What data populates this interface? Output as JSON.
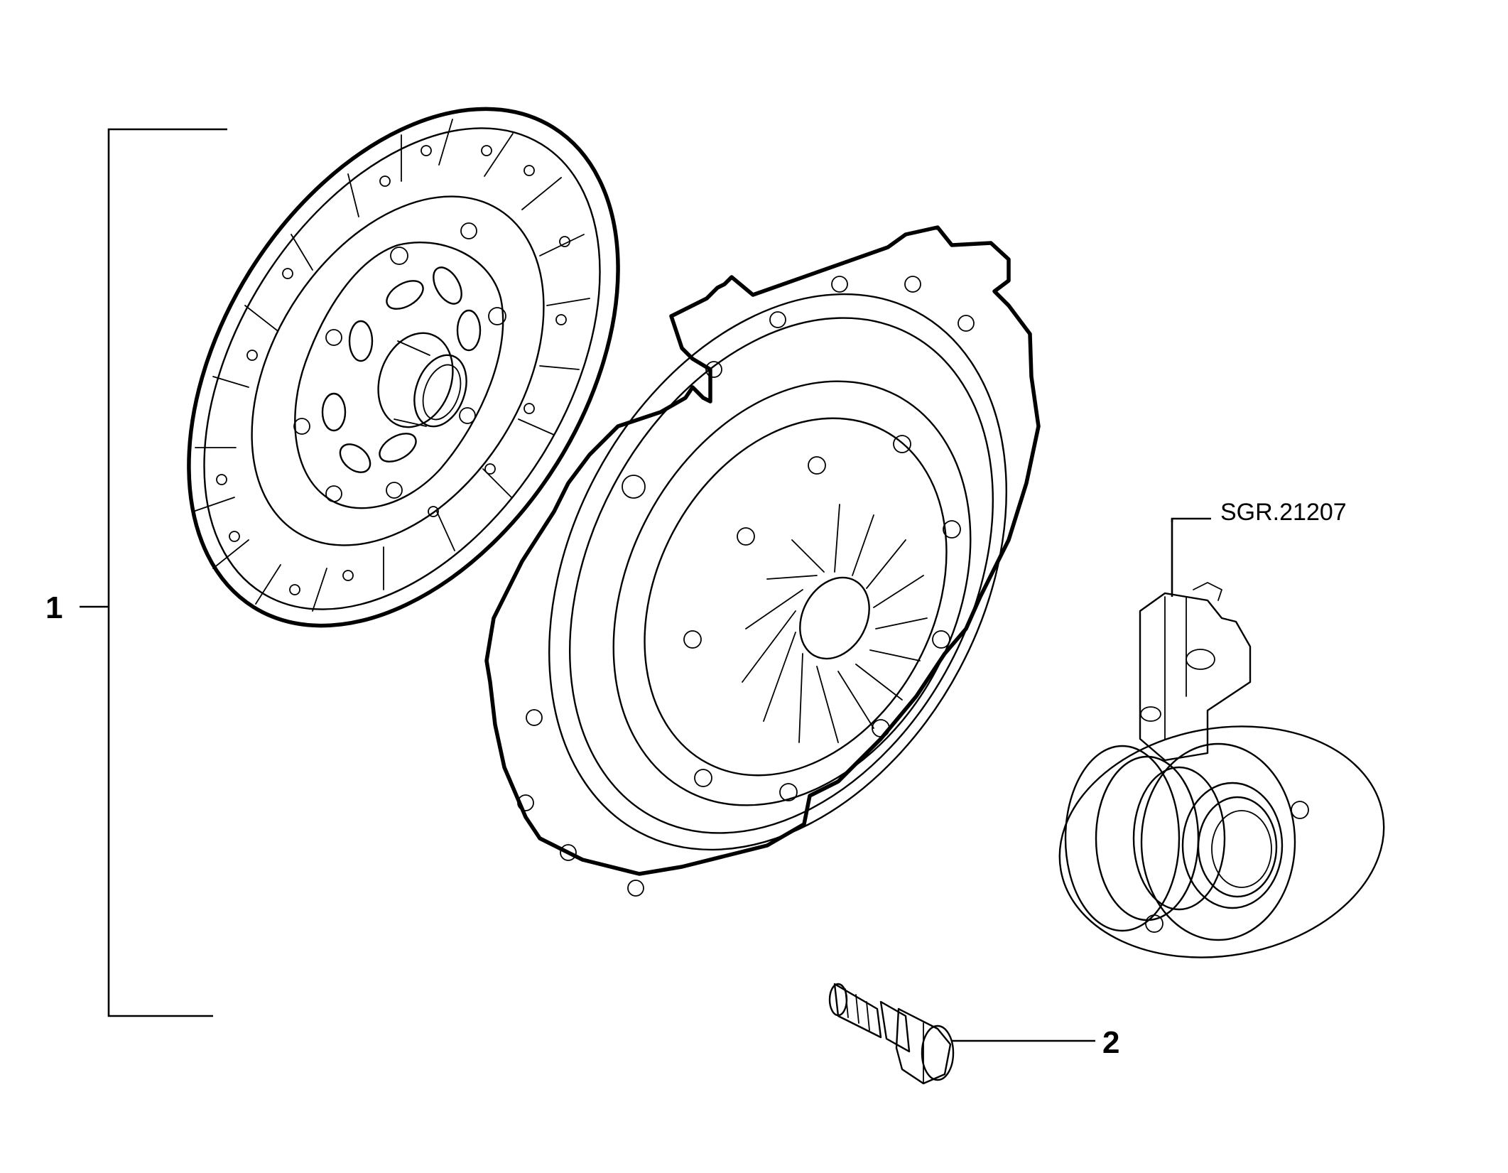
{
  "callouts": {
    "item_1": "1",
    "item_2": "2",
    "reference": "SGR.21207"
  },
  "colors": {
    "ink": "#000000",
    "background": "#ffffff"
  }
}
